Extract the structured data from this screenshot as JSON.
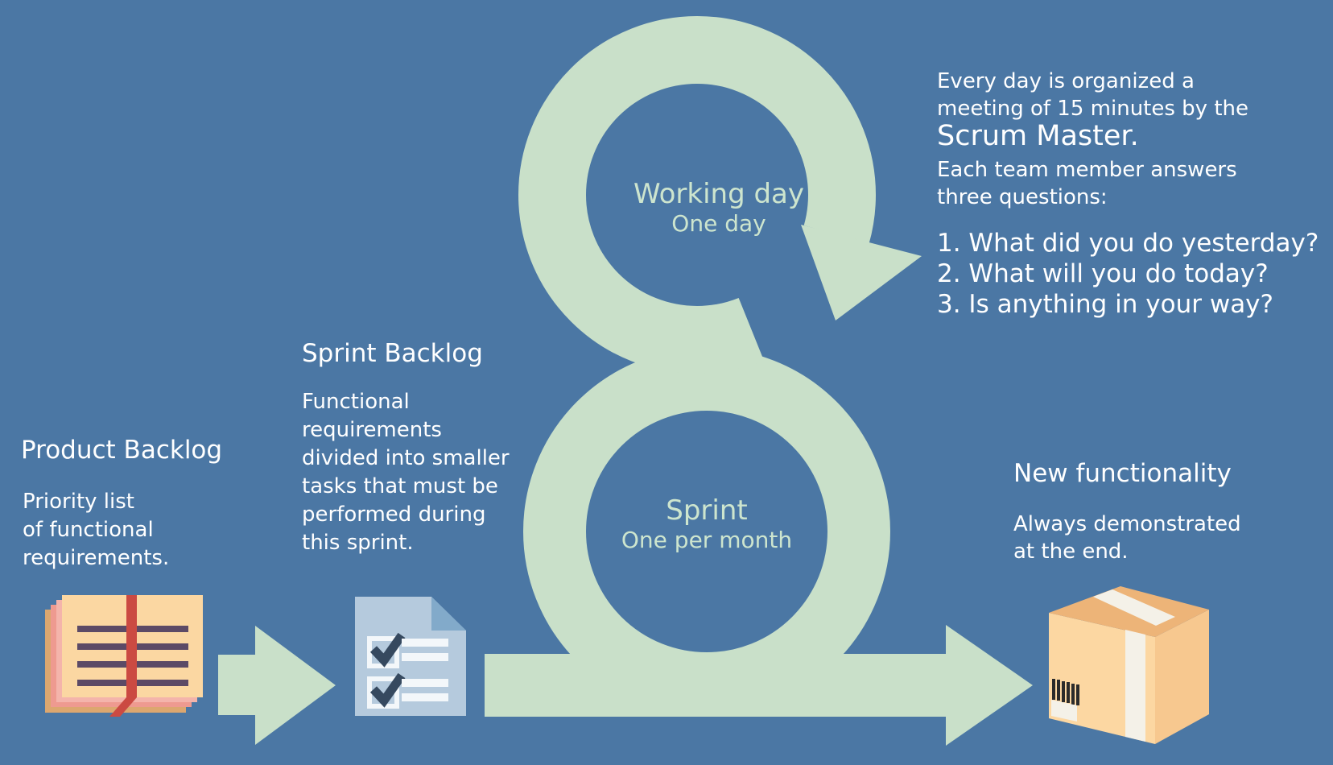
{
  "colors": {
    "background": "#4B77A4",
    "green": "#C9E0C9",
    "label_green": "#CDE5CE",
    "white_text": "#FFFFFF",
    "note_front": "#FBD7A2",
    "note_pink": "#F4B4AB",
    "note_salmon": "#EE9A90",
    "note_tan": "#DCA76F",
    "note_lines": "#5C4A66",
    "note_ribbon": "#CB4A42",
    "doc_body": "#B5CADD",
    "doc_fold": "#82AACA",
    "doc_check": "#36495F",
    "doc_bar": "#F3F7FA",
    "box_top": "#EDB478",
    "box_front": "#FCD7A2",
    "box_side": "#F7C88F",
    "box_tape": "#F4F1E8",
    "box_barcode": "#2B2B2B"
  },
  "product_backlog": {
    "title": "Product Backlog",
    "desc_lines": [
      "Priority list",
      "of functional",
      "requirements."
    ],
    "icon": "stacked-notes-icon"
  },
  "sprint_backlog": {
    "title": "Sprint Backlog",
    "desc_lines": [
      "Functional",
      "requirements",
      "divided into smaller",
      "tasks that must be",
      "performed during",
      "this sprint."
    ],
    "icon": "checklist-document-icon"
  },
  "working_day": {
    "title": "Working day",
    "subtitle": "One day"
  },
  "sprint": {
    "title": "Sprint",
    "subtitle": "One per month"
  },
  "daily_meeting": {
    "line1": "Every day is organized a",
    "line2": "meeting of 15 minutes by the",
    "scrum_master": "Scrum Master.",
    "line3": "Each team member answers",
    "line4": "three questions:",
    "questions": {
      "q1": "1. What did you do yesterday?",
      "q2": "2. What will you do today?",
      "q3": "3. Is anything in your way?"
    }
  },
  "new_functionality": {
    "title": "New functionality",
    "desc_lines": [
      "Always demonstrated",
      "at the end."
    ],
    "icon": "package-box-icon"
  }
}
